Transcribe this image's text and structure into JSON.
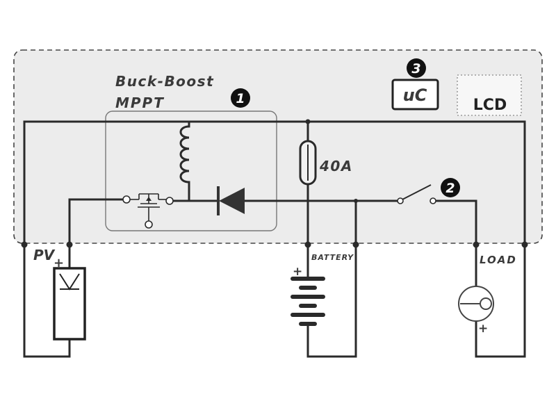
{
  "diagram": {
    "labels": {
      "buck_boost": "Buck-Boost",
      "mppt": "MPPT",
      "uc": "uC",
      "lcd": "LCD",
      "fuse": "40A",
      "pv": "PV",
      "pv_plus": "+",
      "battery": "BATTERY",
      "battery_plus": "+",
      "load": "LOAD",
      "load_plus": "+"
    },
    "markers": [
      "1",
      "2",
      "3"
    ]
  }
}
